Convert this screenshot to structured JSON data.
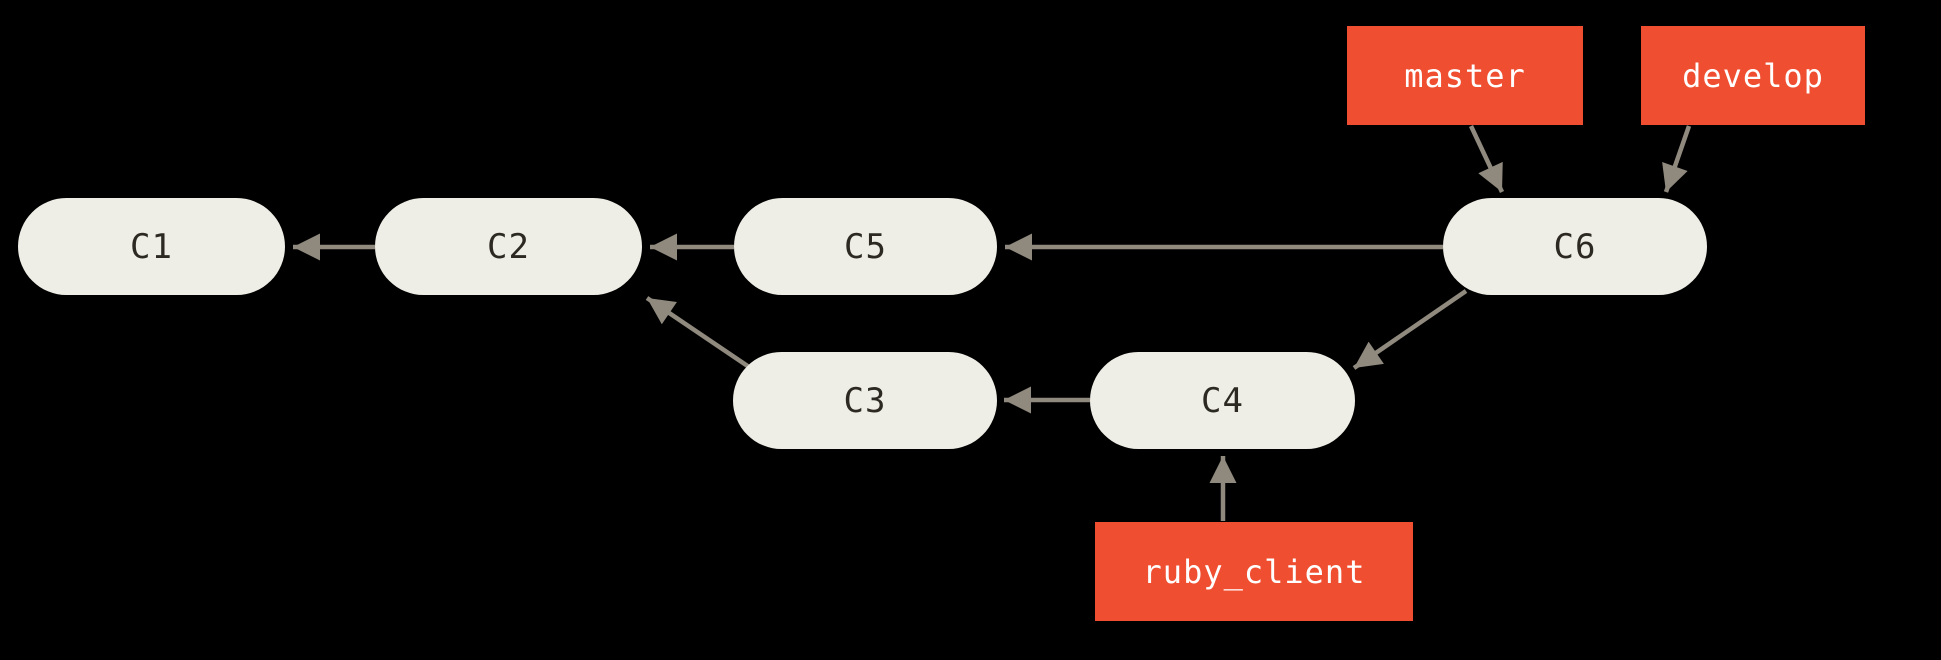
{
  "diagram": {
    "title": "git-commit-history-diagram",
    "colors": {
      "background": "#000000",
      "node_fill": "#efeee6",
      "node_text": "#2b2922",
      "branch_fill": "#f04e31",
      "branch_text": "#ffffff",
      "arrow": "#8f897e"
    },
    "nodes": [
      {
        "id": "C1",
        "label": "C1"
      },
      {
        "id": "C2",
        "label": "C2"
      },
      {
        "id": "C5",
        "label": "C5"
      },
      {
        "id": "C6",
        "label": "C6"
      },
      {
        "id": "C3",
        "label": "C3"
      },
      {
        "id": "C4",
        "label": "C4"
      }
    ],
    "branches": [
      {
        "label": "master",
        "points_to": "C6"
      },
      {
        "label": "develop",
        "points_to": "C6"
      },
      {
        "label": "ruby_client",
        "points_to": "C4"
      }
    ],
    "edges": [
      {
        "from": "C2",
        "to": "C1"
      },
      {
        "from": "C5",
        "to": "C2"
      },
      {
        "from": "C6",
        "to": "C5"
      },
      {
        "from": "C3",
        "to": "C2"
      },
      {
        "from": "C4",
        "to": "C3"
      },
      {
        "from": "C6",
        "to": "C4"
      },
      {
        "from": "master",
        "to": "C6"
      },
      {
        "from": "develop",
        "to": "C6"
      },
      {
        "from": "ruby_client",
        "to": "C4"
      }
    ]
  }
}
